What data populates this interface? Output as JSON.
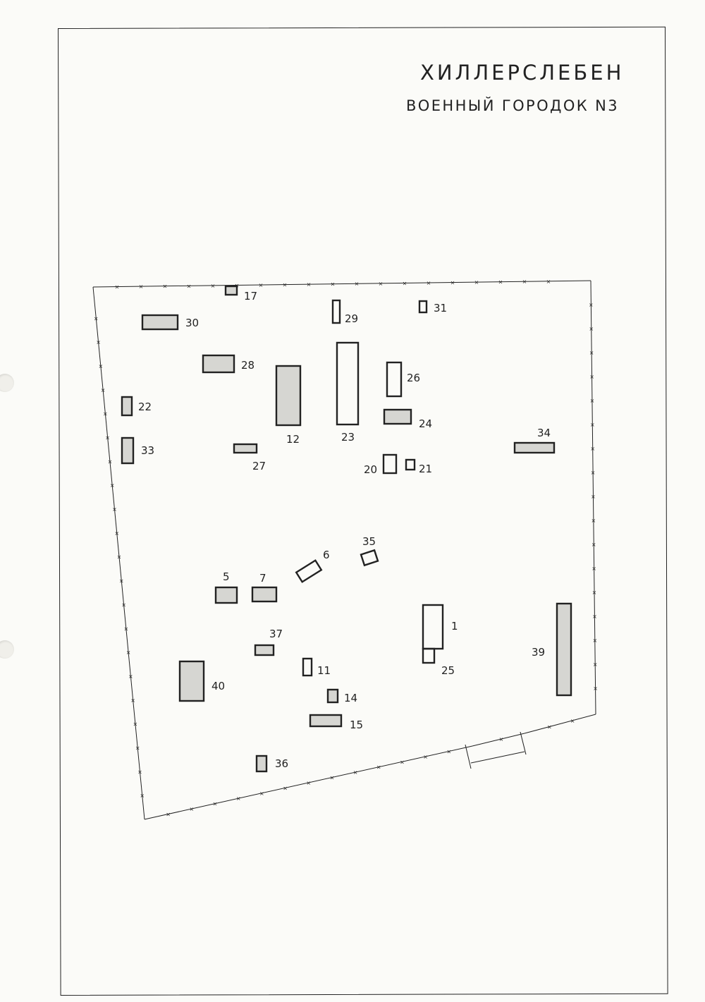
{
  "header": {
    "title": "ХИЛЛЕРСЛЕБЕН",
    "subtitle": "ВОЕННЫЙ ГОРОДОК N3"
  },
  "colors": {
    "ink": "#222222",
    "building_fill": "#d6d6d2",
    "paper": "#fbfbf8"
  },
  "buildings": [
    {
      "id": "17"
    },
    {
      "id": "30"
    },
    {
      "id": "29"
    },
    {
      "id": "31"
    },
    {
      "id": "28"
    },
    {
      "id": "22"
    },
    {
      "id": "12"
    },
    {
      "id": "23"
    },
    {
      "id": "26"
    },
    {
      "id": "24"
    },
    {
      "id": "33"
    },
    {
      "id": "27"
    },
    {
      "id": "34"
    },
    {
      "id": "20"
    },
    {
      "id": "21"
    },
    {
      "id": "35"
    },
    {
      "id": "6"
    },
    {
      "id": "5"
    },
    {
      "id": "7"
    },
    {
      "id": "1"
    },
    {
      "id": "25"
    },
    {
      "id": "39"
    },
    {
      "id": "37"
    },
    {
      "id": "40"
    },
    {
      "id": "11"
    },
    {
      "id": "14"
    },
    {
      "id": "15"
    },
    {
      "id": "36"
    }
  ]
}
